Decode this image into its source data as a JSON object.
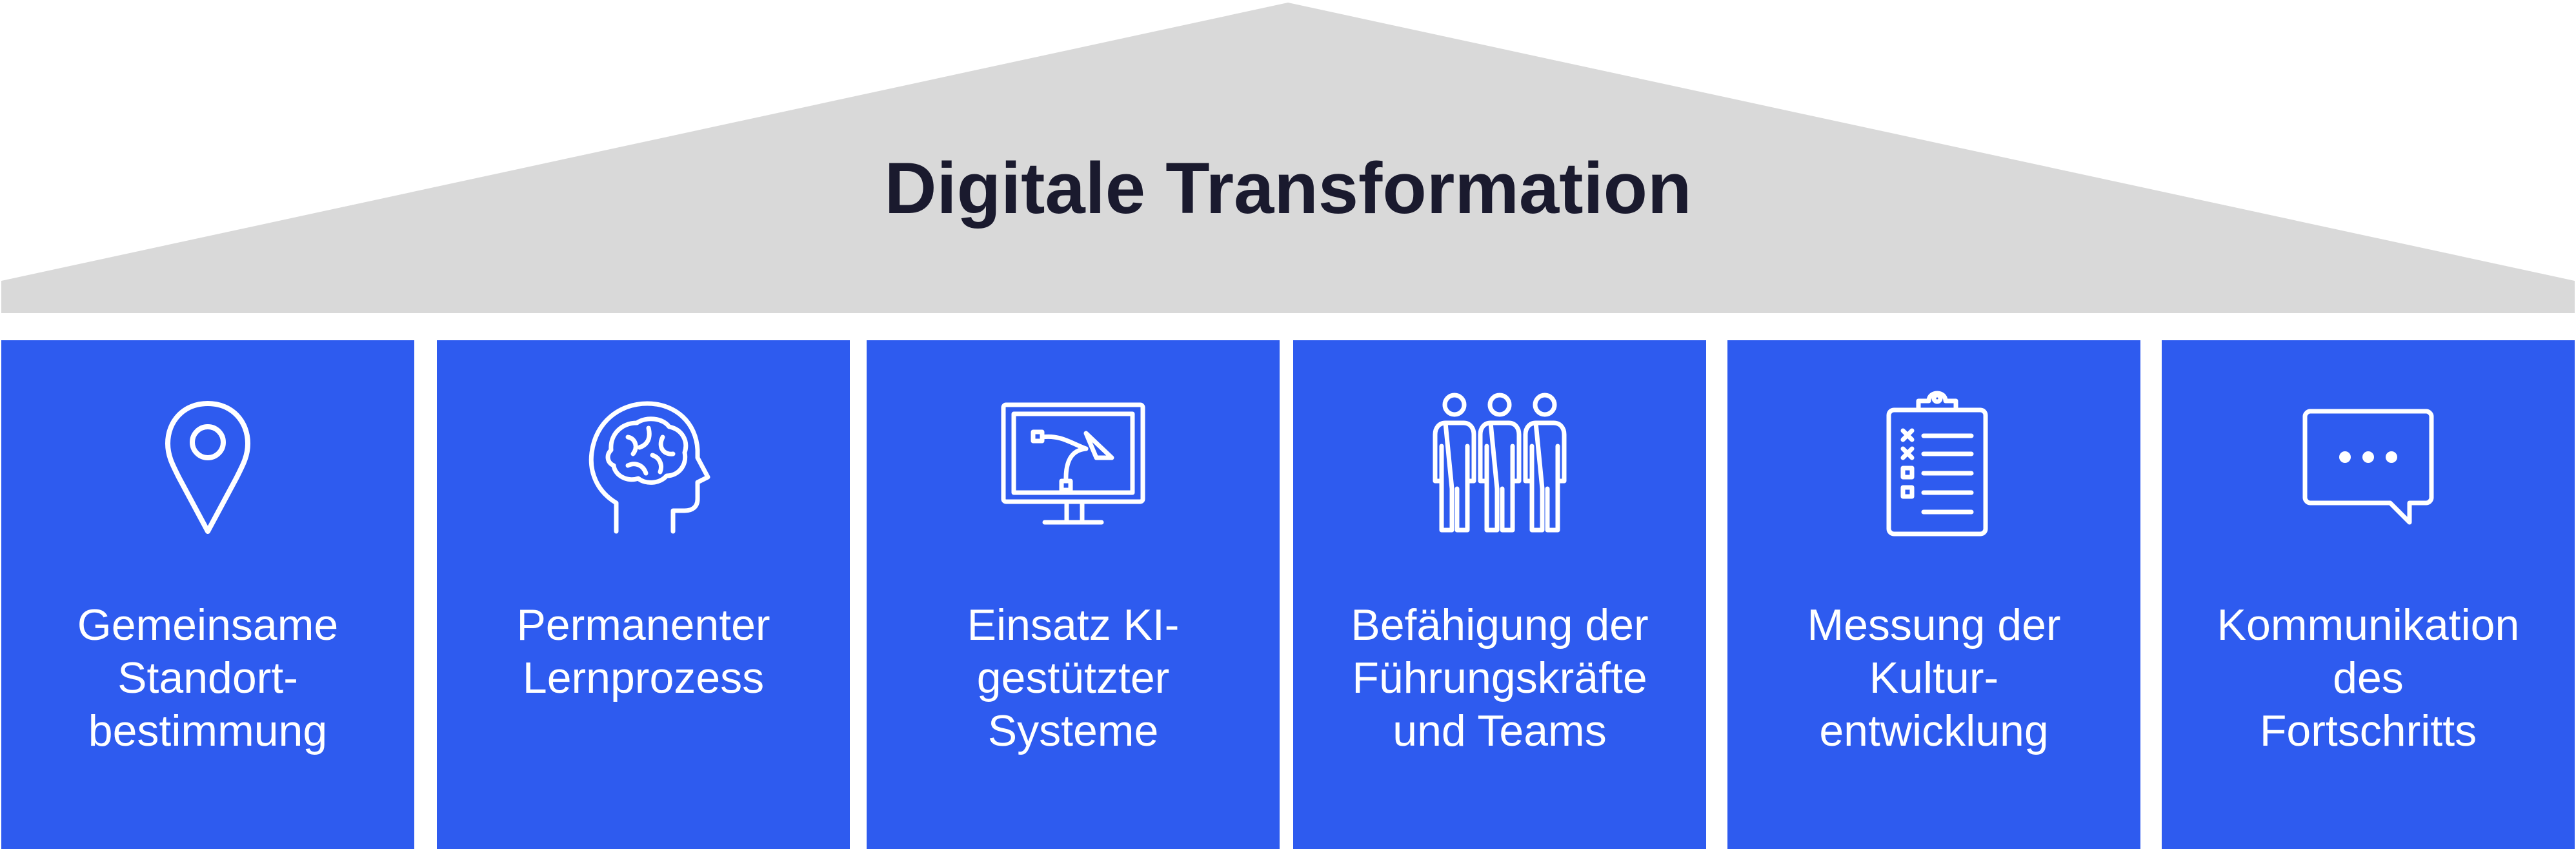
{
  "title": "Digitale Transformation",
  "colors": {
    "roof": "#d9d9d9",
    "pillar": "#2e5bef",
    "title_text": "#1a1a2e",
    "pillar_text": "#ffffff"
  },
  "pillars": [
    {
      "label": "Gemeinsame\nStandort-\nbestimmung",
      "icon": "location-pin-icon"
    },
    {
      "label": "Permanenter\nLernprozess",
      "icon": "brain-head-icon"
    },
    {
      "label": "Einsatz KI-\ngestützter\nSysteme",
      "icon": "monitor-vector-icon"
    },
    {
      "label": "Befähigung der\nFührungskräfte\nund Teams",
      "icon": "people-group-icon"
    },
    {
      "label": "Messung der\nKultur-\nentwicklung",
      "icon": "clipboard-checklist-icon"
    },
    {
      "label": "Kommunikation\ndes\nFortschritts",
      "icon": "chat-bubble-icon"
    }
  ]
}
